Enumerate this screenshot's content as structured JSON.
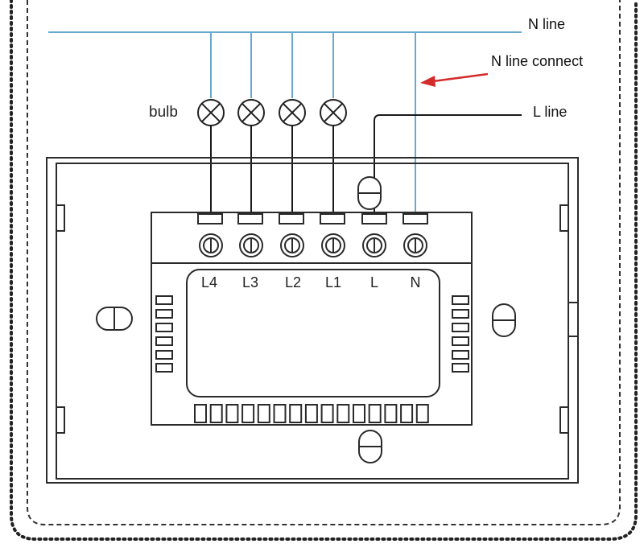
{
  "labels": {
    "n_line": "N line",
    "n_line_connect": "N line connect",
    "l_line": "L line",
    "bulb": "bulb"
  },
  "terminals": [
    "L4",
    "L3",
    "L2",
    "L1",
    "L",
    "N"
  ],
  "colors": {
    "wire_blue": "#6aa9cf",
    "wire_black": "#1a1a1a",
    "arrow_red": "#d42a2a",
    "outline": "#2a2a2a"
  }
}
